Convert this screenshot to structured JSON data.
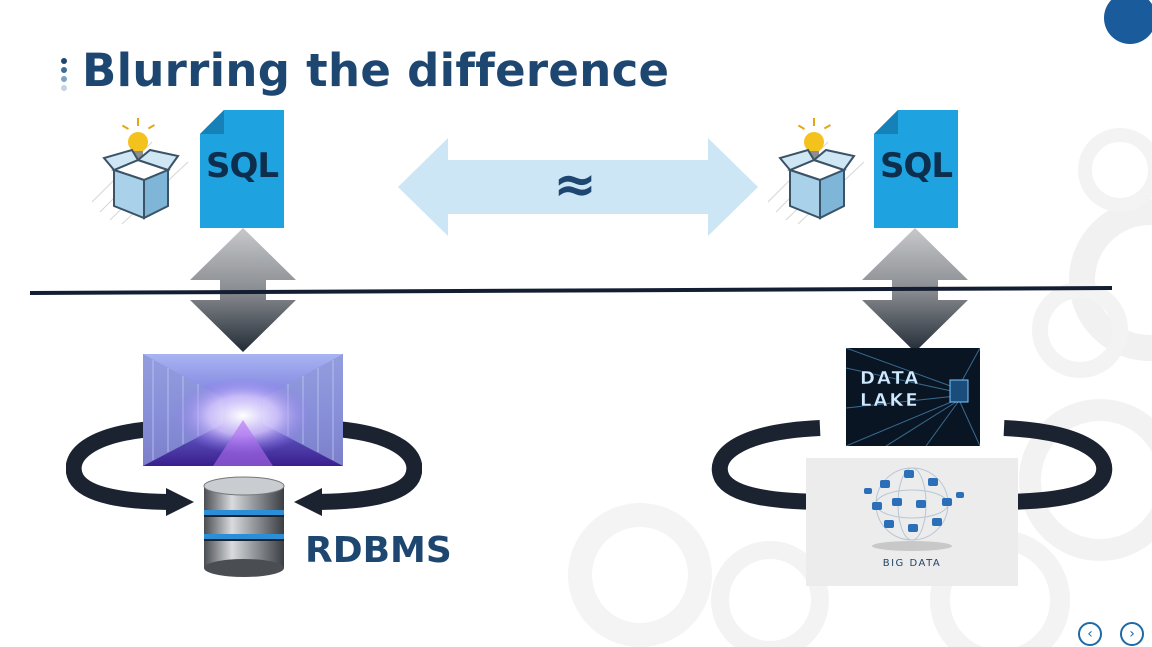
{
  "slide": {
    "title": "Blurring the difference",
    "approx_symbol": "≈",
    "left_stack": {
      "sql_label": "SQL",
      "storage_label": "RDBMS"
    },
    "right_stack": {
      "sql_label": "SQL",
      "lake_text": [
        "DATA",
        "LAKE"
      ],
      "big_data_label": "BIG DATA"
    }
  },
  "nav": {
    "prev_icon": "chevron-left-icon",
    "next_icon": "chevron-right-icon"
  },
  "colors": {
    "title": "#1d4770",
    "sql_doc": "#1fa3e0",
    "arrow_light_blue": "#cce6f6",
    "arrow_gray": "#8a8d91",
    "arrow_dark": "#222b36",
    "divider": "#141e32"
  }
}
